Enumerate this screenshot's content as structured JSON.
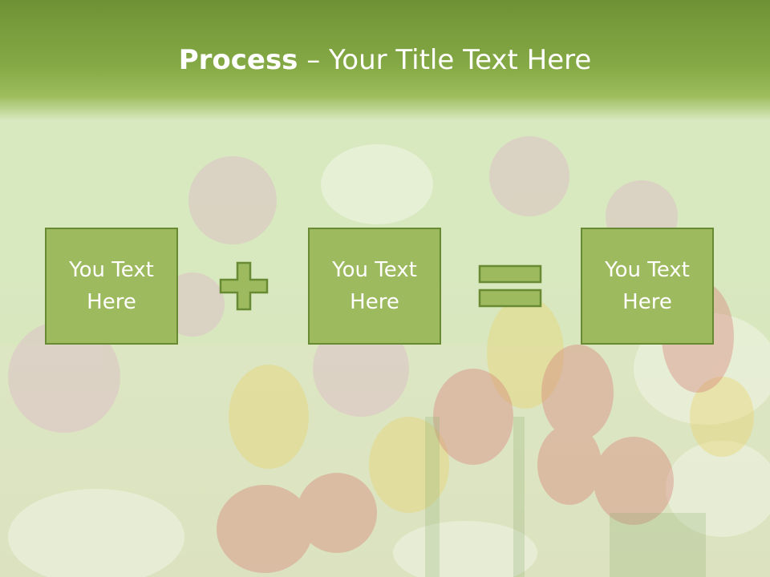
{
  "slide": {
    "title_bold": "Process",
    "title_rest": " – Your Title Text Here",
    "boxes": [
      {
        "text": "You Text\nHere"
      },
      {
        "text": "You Text\nHere"
      },
      {
        "text": "You Text\nHere"
      }
    ],
    "operators": {
      "plus": "plus-icon",
      "equals": "equals-icon"
    }
  },
  "colors": {
    "title_bar": "#7e9f3e",
    "box_fill": "#9dba5f",
    "box_border": "#688a32",
    "text": "#ffffff"
  }
}
